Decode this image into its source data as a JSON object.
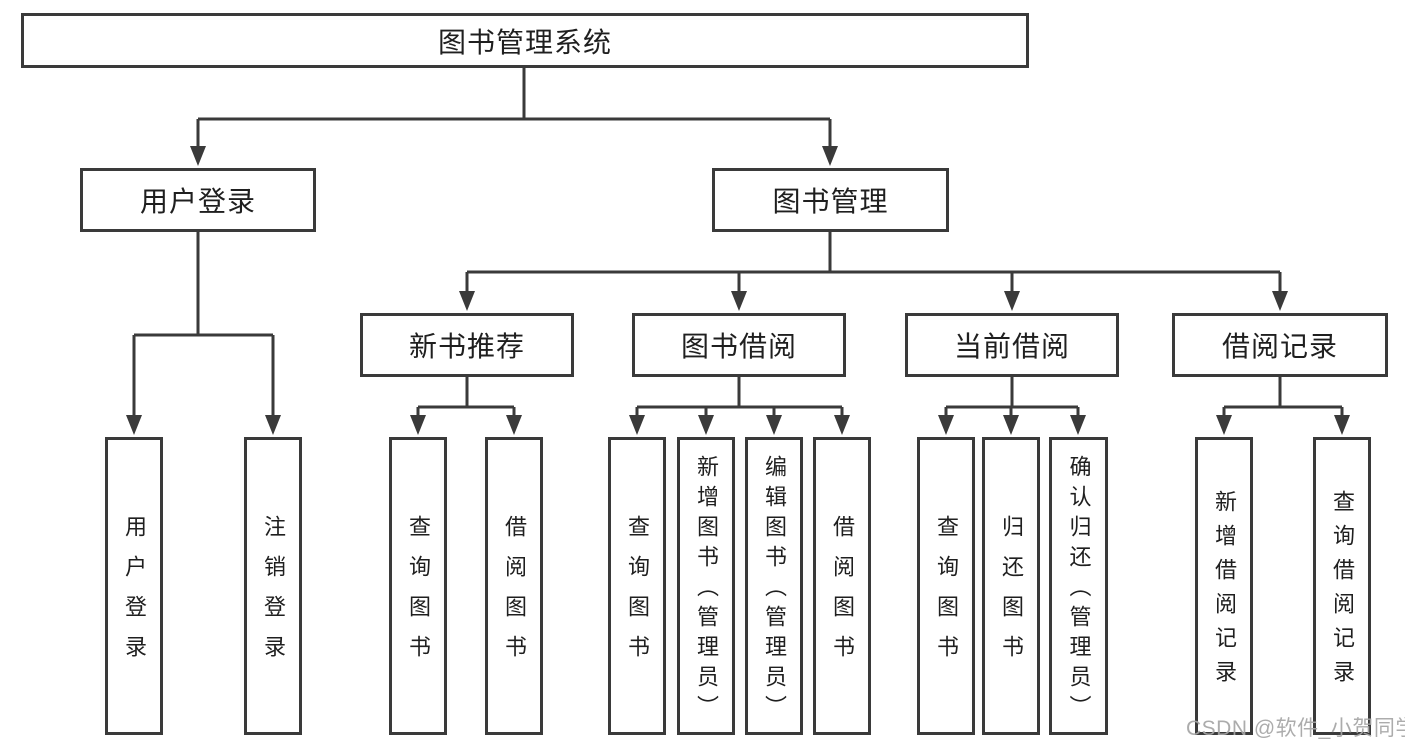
{
  "diagram_type": "hierarchy-tree",
  "colors": {
    "line": "#3a3a3a",
    "text": "#1f1f1f",
    "watermark": "#a6a6a6",
    "background": "#ffffff"
  },
  "tree": {
    "label": "图书管理系统",
    "children": [
      {
        "label": "用户登录",
        "children": [
          {
            "label": "用户登录"
          },
          {
            "label": "注销登录"
          }
        ]
      },
      {
        "label": "图书管理",
        "children": [
          {
            "label": "新书推荐",
            "children": [
              {
                "label": "查询图书"
              },
              {
                "label": "借阅图书"
              }
            ]
          },
          {
            "label": "图书借阅",
            "children": [
              {
                "label": "查询图书"
              },
              {
                "label": "新增图书（管理员）"
              },
              {
                "label": "编辑图书（管理员）"
              },
              {
                "label": "借阅图书"
              }
            ]
          },
          {
            "label": "当前借阅",
            "children": [
              {
                "label": "查询图书"
              },
              {
                "label": "归还图书"
              },
              {
                "label": "确认归还（管理员）"
              }
            ]
          },
          {
            "label": "借阅记录",
            "children": [
              {
                "label": "新增借阅记录"
              },
              {
                "label": "查询借阅记录"
              }
            ]
          }
        ]
      }
    ]
  },
  "watermark": {
    "text": "CSDN @软件_小贺同学"
  }
}
